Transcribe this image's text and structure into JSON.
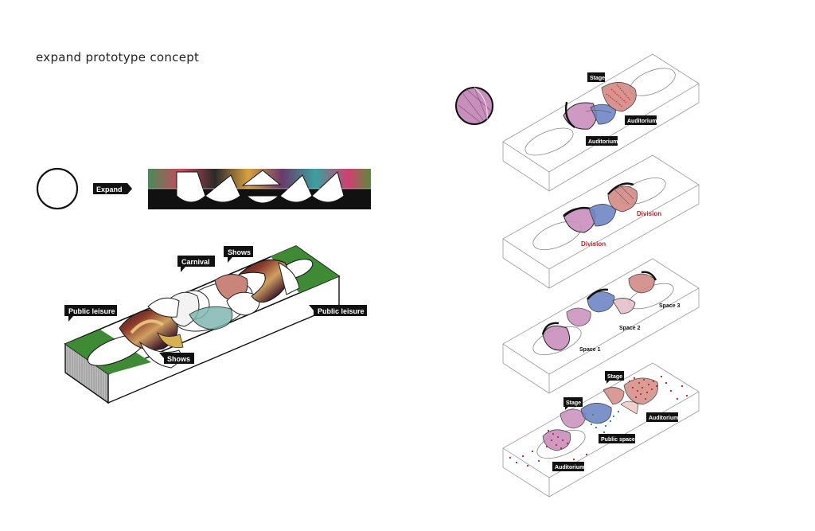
{
  "title": "expand prototype concept",
  "process": {
    "expand_label": "Expand"
  },
  "main_model": {
    "labels": {
      "carnival": "Carnival",
      "shows_top": "Shows",
      "shows_bottom": "Shows",
      "public_leisure_left": "Public leisure",
      "public_leisure_right": "Public leisure"
    }
  },
  "stack": {
    "diagram1": {
      "stage": "Stage",
      "auditorium_right": "Auditorium",
      "auditorium_bottom": "Auditorium"
    },
    "diagram2": {
      "division_right": "Division",
      "division_left": "Division"
    },
    "diagram3": {
      "space3": "Space 3",
      "space2": "Space 2",
      "space1": "Space 1"
    },
    "diagram4": {
      "stage_top": "Stage",
      "stage_left": "Stage",
      "auditorium_right": "Auditorium",
      "public_space": "Public space",
      "auditorium_bottom": "Auditorium"
    }
  },
  "colors": {
    "green": "#3f8a35",
    "black": "#111111",
    "pink": "#c98fbc",
    "blue": "#6f86c6",
    "salmon": "#d28a84",
    "red_text": "#c0242a",
    "red_dots": "#d6282e",
    "green_dots": "#2f9a4a"
  }
}
